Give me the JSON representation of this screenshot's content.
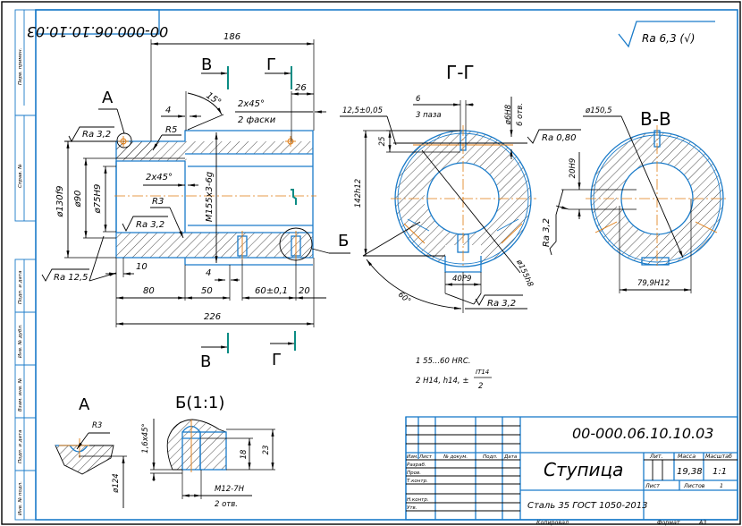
{
  "drawing": {
    "designation": "00-000.06.10.10.03",
    "designation_rotated": "00-000.06.10.10.03",
    "roughness_general": "Ra 6,3 (√)",
    "part_name": "Ступица",
    "material": "Сталь 35 ГОСТ 1050-2013",
    "mass": "19,38",
    "scale": "1:1",
    "sheet_label": "Лист",
    "sheets_label": "Листов",
    "sheets_value": "1",
    "copied_label": "Копировал",
    "format_label": "Формат",
    "format_value": "A3"
  },
  "title_block": {
    "headers": {
      "lit": "Лит.",
      "mass": "Масса",
      "scale": "Масштаб"
    },
    "columns": [
      "Изм.",
      "Лист",
      "№ докум.",
      "Подп.",
      "Дата"
    ],
    "rows": [
      "Разраб.",
      "Пров.",
      "Т.контр.",
      "",
      "Н.контр.",
      "Утв."
    ]
  },
  "side_stamps": {
    "top": [
      "Перв. примен.",
      "Справ. №"
    ],
    "bottom": [
      "Подп. и дата",
      "Инв. № дубл.",
      "Взам. инв. №",
      "Подп. и дата",
      "Инв. № подл."
    ]
  },
  "views": {
    "main": {
      "callout_a": "А",
      "callout_b": "Б",
      "section_v": "В",
      "section_g": "Г",
      "dims": {
        "overall_top": "186",
        "d26": "26",
        "angle": "15°",
        "chamfer_top": "2x45°",
        "chamfer_top_note": "2 фаски",
        "d4_top": "4",
        "r5": "R5",
        "ra32_top": "Ra 3,2",
        "phi130": "ø130f9",
        "phi90": "ø90",
        "phi75": "ø75H9",
        "chamfer_inner": "2x45°",
        "r3": "R3",
        "ra32_inner": "Ra 3,2",
        "thread": "M155x3-6g",
        "ra125": "Ra 12,5",
        "d10": "10",
        "d4_bottom": "4",
        "d80": "80",
        "d50": "50",
        "d60": "60±0,1",
        "d20": "20",
        "d226": "226"
      }
    },
    "section_gg": {
      "title": "Г-Г",
      "dims": {
        "d125": "12,5±0,05",
        "slot_w": "6",
        "slot_note": "3 паза",
        "phi6": "ø6H8",
        "holes_6": "6 отв.",
        "ra080": "Ra 0,80",
        "d25": "25",
        "d142": "142h12",
        "phi155": "ø155h8",
        "key_w": "40P9",
        "angle60": "60°",
        "ra32": "Ra 3,2"
      }
    },
    "section_vv": {
      "title": "В-В",
      "dims": {
        "phi1505": "ø150,5",
        "d20h9": "20H9",
        "ra32": "Ra 3,2",
        "d799": "79,9H12"
      }
    },
    "detail_a": {
      "title": "А",
      "dims": {
        "r3": "R3",
        "phi124": "ø124"
      }
    },
    "detail_b": {
      "title": "Б(1:1)",
      "dims": {
        "chamfer": "1,6x45°",
        "d18": "18",
        "d23": "23",
        "thread": "M12-7H",
        "holes": "2 отв."
      }
    }
  },
  "notes": {
    "line1": "1 55...60 HRC.",
    "line2_prefix": "2  H14, h14, ±",
    "line2_num": "IT14",
    "line2_den": "2"
  }
}
